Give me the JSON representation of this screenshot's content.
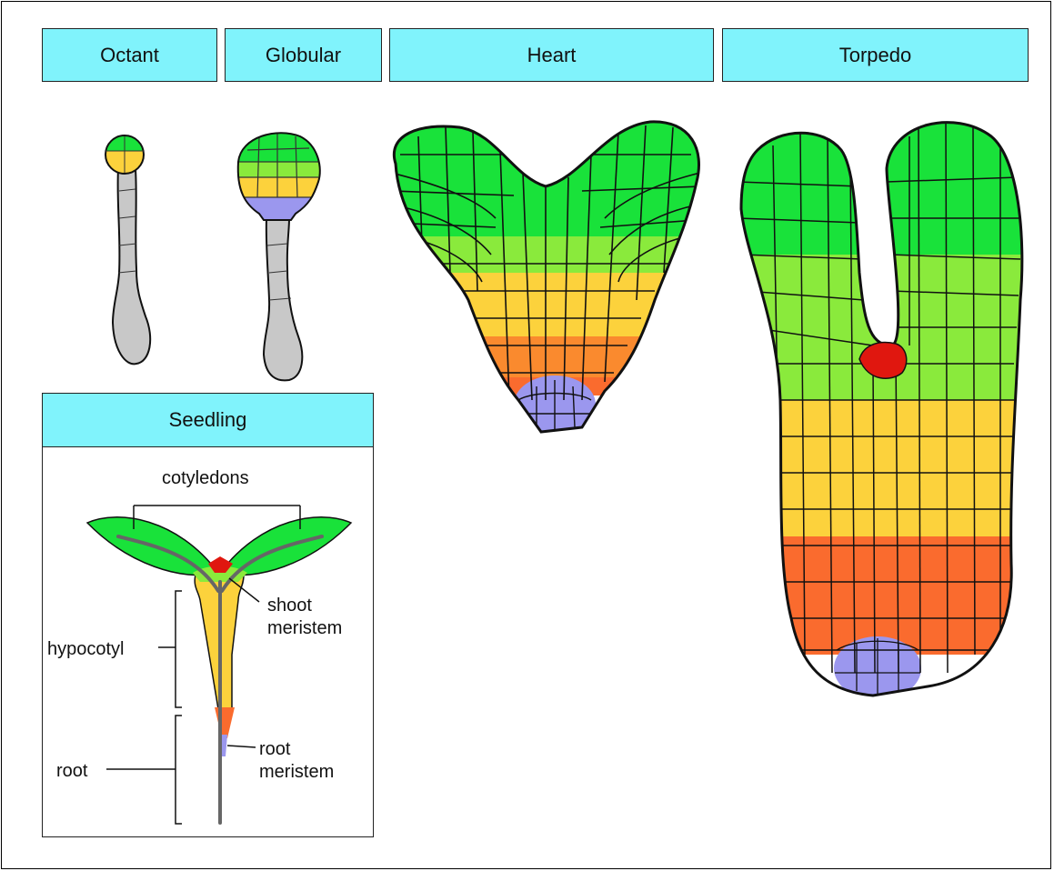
{
  "stages": {
    "octant": "Octant",
    "globular": "Globular",
    "heart": "Heart",
    "torpedo": "Torpedo"
  },
  "seedling": {
    "title": "Seedling",
    "labels": {
      "cotyledons": "cotyledons",
      "shoot_meristem_1": "shoot",
      "shoot_meristem_2": "meristem",
      "hypocotyl": "hypocotyl",
      "root": "root",
      "root_meristem_1": "root",
      "root_meristem_2": "meristem"
    }
  },
  "colors": {
    "label_bg": "#80f3fc",
    "green": "#19e23a",
    "light_green": "#8aea3c",
    "yellow": "#fcd23c",
    "orange": "#fa6b2e",
    "red": "#e0170f",
    "lavender": "#9b97ee",
    "gray": "#c8c8c8"
  }
}
